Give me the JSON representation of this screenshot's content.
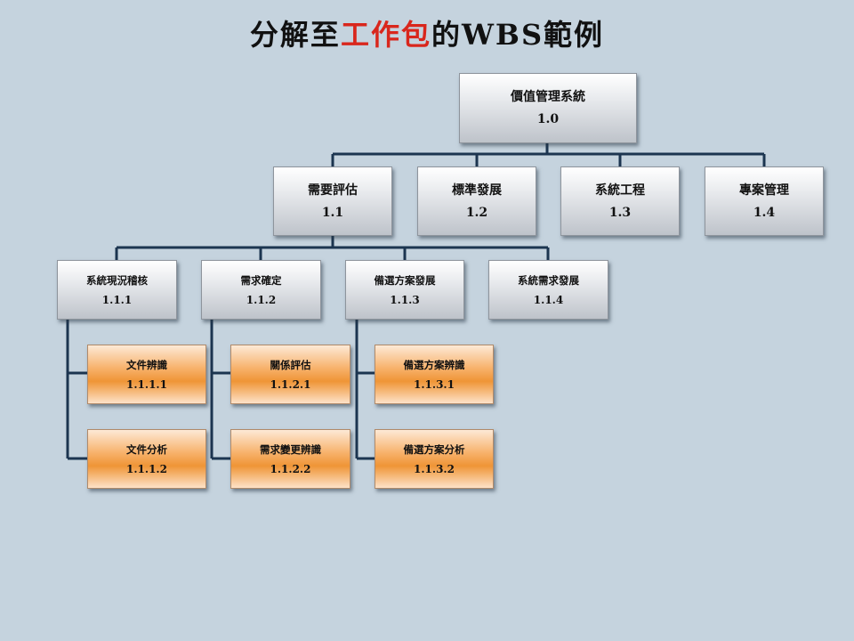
{
  "title": {
    "before": "分解至",
    "highlight": "工作包",
    "after": "的WBS範例"
  },
  "colors": {
    "connector": "#1c3550",
    "highlight": "#d9261c",
    "background": "#c5d3de"
  },
  "nodes": {
    "n1": {
      "name": "價值管理系統",
      "code": "1.0"
    },
    "n1_1": {
      "name": "需要評估",
      "code": "1.1"
    },
    "n1_2": {
      "name": "標準發展",
      "code": "1.2"
    },
    "n1_3": {
      "name": "系統工程",
      "code": "1.3"
    },
    "n1_4": {
      "name": "專案管理",
      "code": "1.4"
    },
    "n1_1_1": {
      "name": "系統現況稽核",
      "code": "1.1.1"
    },
    "n1_1_2": {
      "name": "需求確定",
      "code": "1.1.2"
    },
    "n1_1_3": {
      "name": "備選方案發展",
      "code": "1.1.3"
    },
    "n1_1_4": {
      "name": "系統需求發展",
      "code": "1.1.4"
    },
    "n1_1_1_1": {
      "name": "文件辨識",
      "code": "1.1.1.1"
    },
    "n1_1_1_2": {
      "name": "文件分析",
      "code": "1.1.1.2"
    },
    "n1_1_2_1": {
      "name": "關係評估",
      "code": "1.1.2.1"
    },
    "n1_1_2_2": {
      "name": "需求變更辨識",
      "code": "1.1.2.2"
    },
    "n1_1_3_1": {
      "name": "備選方案辨識",
      "code": "1.1.3.1"
    },
    "n1_1_3_2": {
      "name": "備選方案分析",
      "code": "1.1.3.2"
    }
  }
}
